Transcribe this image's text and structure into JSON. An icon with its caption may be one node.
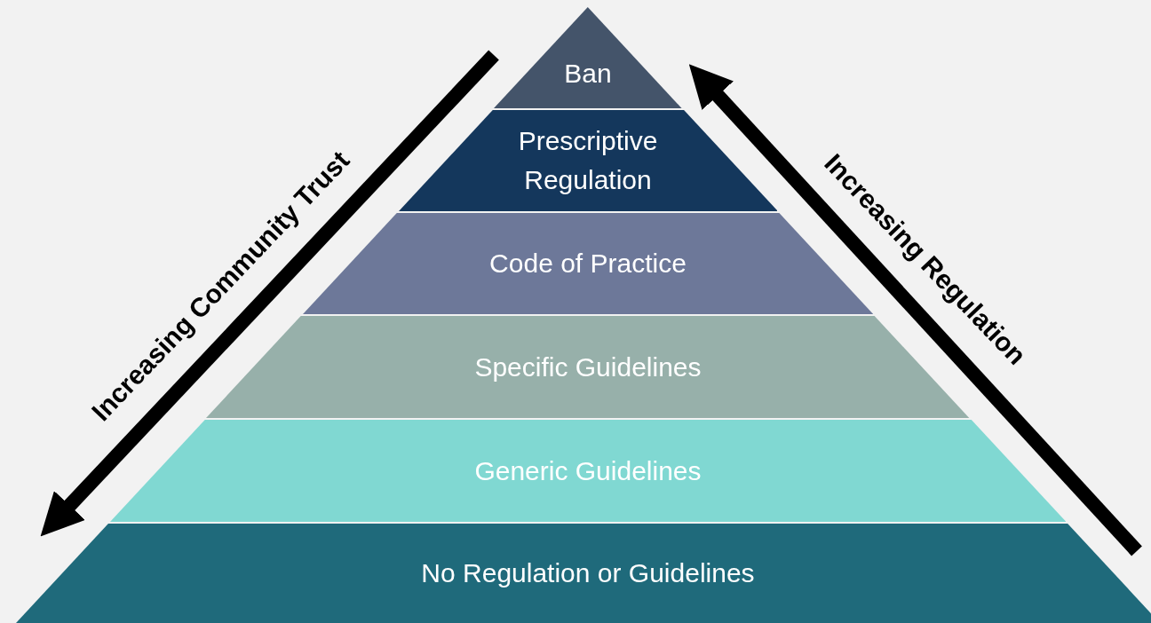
{
  "diagram": {
    "nodes": [
      {
        "text": [
          "Ban"
        ]
      },
      {
        "text": [
          "Prescriptive Regulation"
        ]
      },
      {
        "text": [
          "Code of Practice"
        ]
      },
      {
        "text": [
          "Specific Guidelines"
        ]
      },
      {
        "text": [
          "Generic Guidelines"
        ]
      },
      {
        "text": [
          "No Regulation or Guidelines"
        ]
      }
    ],
    "labels": [
      "Increasing Community Trust",
      "Increasing Regulation"
    ]
  }
}
